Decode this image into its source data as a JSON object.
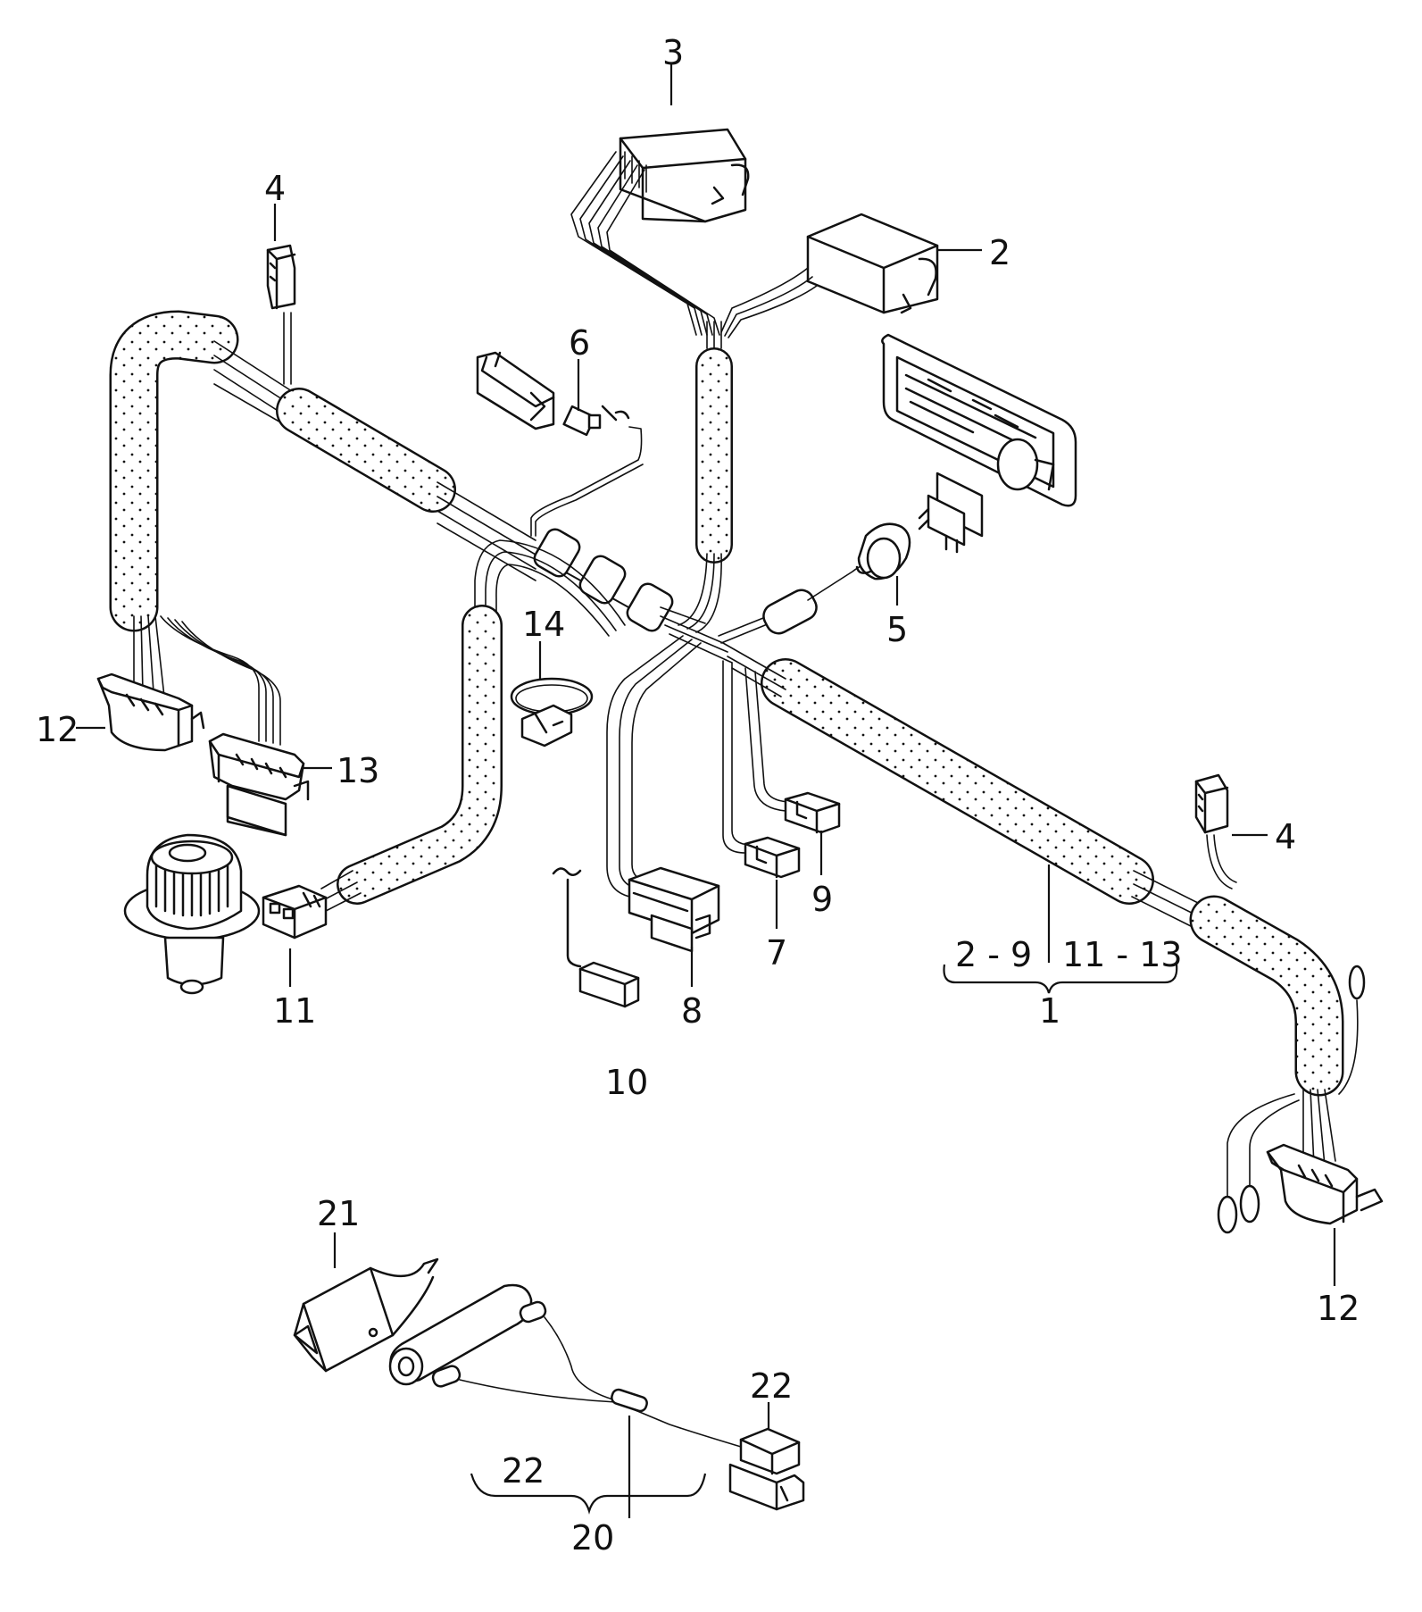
{
  "callouts": {
    "c1": "1",
    "c2": "2",
    "c3": "3",
    "c4a": "4",
    "c4b": "4",
    "c5": "5",
    "c6": "6",
    "c7": "7",
    "c8": "8",
    "c9": "9",
    "c10": "10",
    "c11": "11",
    "c12a": "12",
    "c12b": "12",
    "c13": "13",
    "c14": "14",
    "c20": "20",
    "c21": "21",
    "c22a": "22",
    "c22b": "22",
    "range_2_9": "2 - 9",
    "range_11_13": "11 - 13"
  },
  "icons": [
    "wiring-harness",
    "connector",
    "blower-motor",
    "cable-tie",
    "control-panel"
  ]
}
